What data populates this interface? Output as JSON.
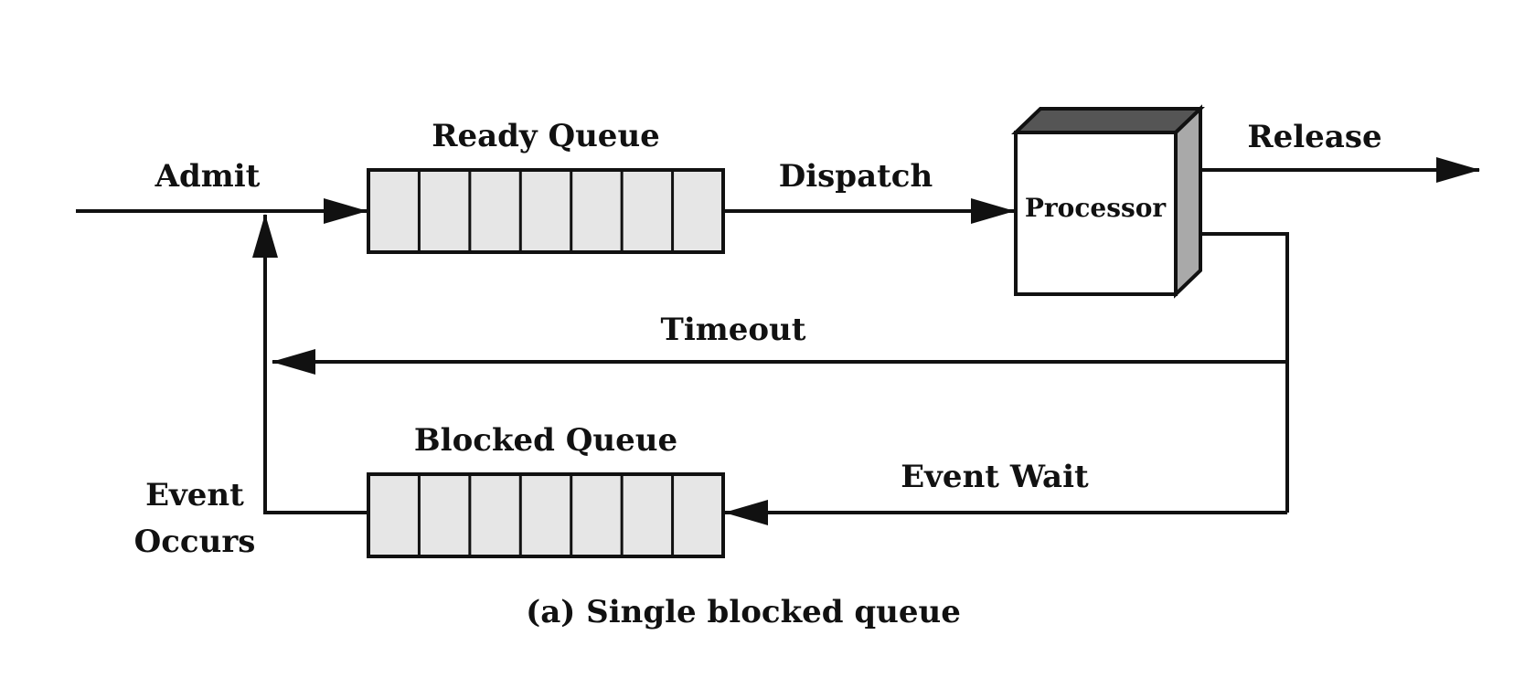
{
  "diagram": {
    "caption": "(a) Single blocked queue",
    "colors": {
      "line": "#111111",
      "queue_fill": "#e6e6e6",
      "processor_side": "#a9a9a9",
      "processor_top": "#555555"
    },
    "nodes": {
      "ready_queue": {
        "label": "Ready Queue",
        "slots": 7
      },
      "blocked_queue": {
        "label": "Blocked Queue",
        "slots": 7
      },
      "processor": {
        "label": "Processor"
      }
    },
    "edges": {
      "admit": {
        "label": "Admit"
      },
      "dispatch": {
        "label": "Dispatch"
      },
      "release": {
        "label": "Release"
      },
      "timeout": {
        "label": "Timeout"
      },
      "event_wait": {
        "label": "Event Wait"
      },
      "event_occurs": {
        "label_line1": "Event",
        "label_line2": "Occurs"
      }
    }
  }
}
